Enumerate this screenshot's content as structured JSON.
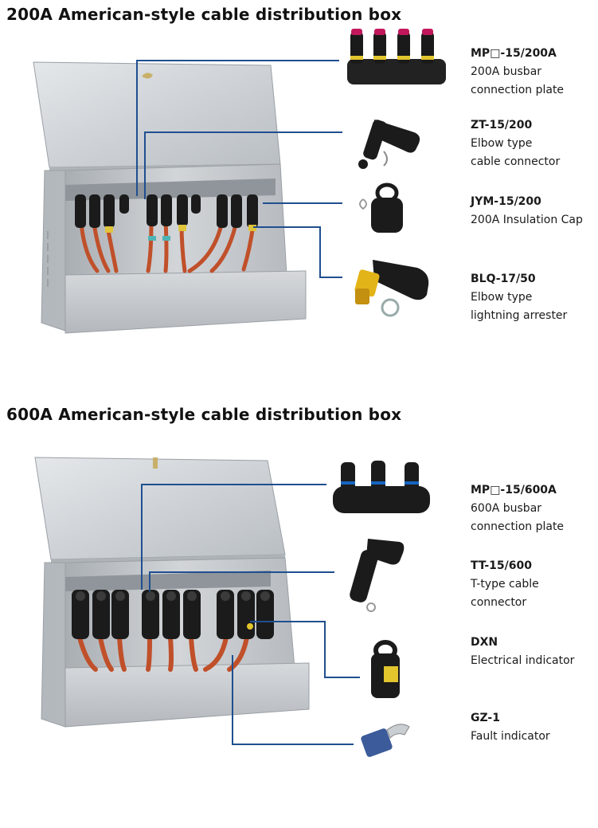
{
  "sections": [
    {
      "title": "200A American-style cable distribution box",
      "products": [
        {
          "code": "MP□-15/200A",
          "desc": [
            "200A busbar",
            "connection plate"
          ]
        },
        {
          "code": "ZT-15/200",
          "desc": [
            "Elbow type",
            "cable connector"
          ]
        },
        {
          "code": "JYM-15/200",
          "desc": [
            "200A Insulation Cap"
          ]
        },
        {
          "code": "BLQ-17/50",
          "desc": [
            "Elbow type",
            "lightning arrester"
          ]
        }
      ]
    },
    {
      "title": "600A American-style cable distribution box",
      "products": [
        {
          "code": "MP□-15/600A",
          "desc": [
            "600A busbar",
            "connection plate"
          ]
        },
        {
          "code": "TT-15/600",
          "desc": [
            "T-type cable",
            "connector"
          ]
        },
        {
          "code": "DXN",
          "desc": [
            "Electrical indicator"
          ]
        },
        {
          "code": "GZ-1",
          "desc": [
            "Fault indicator"
          ]
        }
      ]
    }
  ],
  "colors": {
    "leader_line": "#1f4f8f",
    "cabinet": "#c9cdd1",
    "cable": "#c0502a",
    "connector": "#1b1b1b"
  }
}
